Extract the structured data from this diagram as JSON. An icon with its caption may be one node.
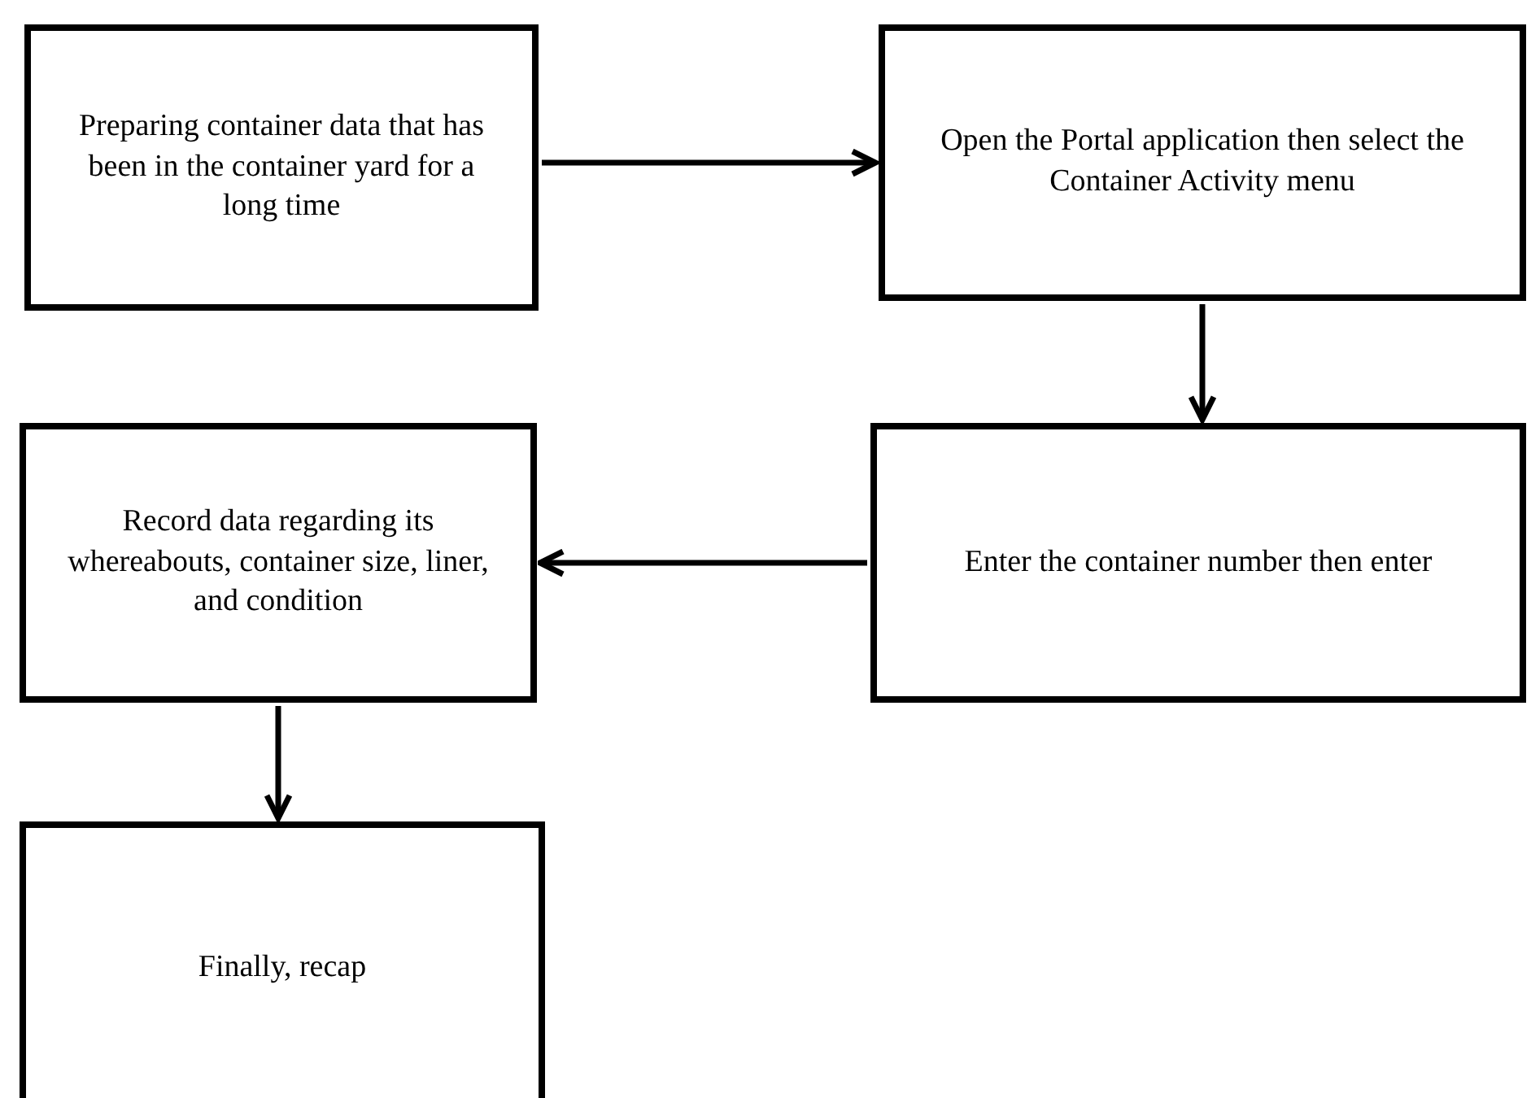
{
  "diagram": {
    "nodes": [
      {
        "text": [
          "Preparing container data that has been in the container yard for a long time"
        ]
      },
      {
        "text": [
          "Open the Portal application then select the Container Activity menu"
        ]
      },
      {
        "text": [
          "Enter the container number then enter"
        ]
      },
      {
        "text": [
          "Record data regarding its whereabouts, container size, liner, and condition"
        ]
      },
      {
        "text": [
          "Finally, recap"
        ]
      }
    ],
    "edges": [
      {
        "from": 0,
        "to": 1,
        "arrow": "to"
      },
      {
        "from": 1,
        "to": 2,
        "arrow": "to"
      },
      {
        "from": 2,
        "to": 3,
        "arrow": "to"
      },
      {
        "from": 3,
        "to": 4,
        "arrow": "to"
      }
    ]
  }
}
